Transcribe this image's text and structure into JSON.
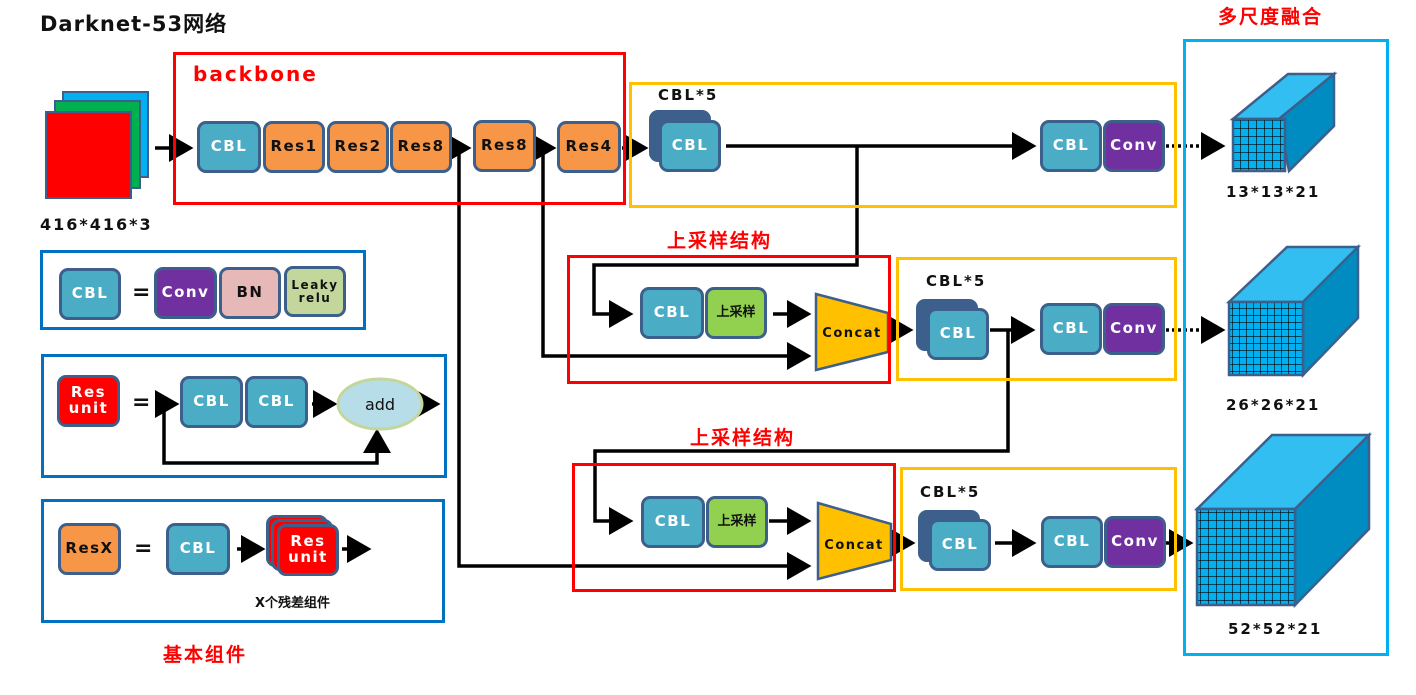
{
  "title": "Darknet-53网络",
  "input": {
    "dims": "416*416*3",
    "layer_colors": [
      "#00b0f0",
      "#00b050",
      "#ff0000"
    ]
  },
  "backbone": {
    "label": "backbone",
    "blocks": [
      "CBL",
      "Res1",
      "Res2",
      "Res8",
      "Res8",
      "Res4"
    ]
  },
  "branches": [
    {
      "stack_label": "CBL*5",
      "stack_block": "CBL",
      "head": [
        "CBL",
        "Conv"
      ],
      "output": "13*13*21"
    },
    {
      "upsample_title": "上采样结构",
      "upsample_blocks": [
        "CBL",
        "上采样"
      ],
      "concat": "Concat",
      "stack_label": "CBL*5",
      "stack_block": "CBL",
      "head": [
        "CBL",
        "Conv"
      ],
      "output": "26*26*21"
    },
    {
      "upsample_title": "上采样结构",
      "upsample_blocks": [
        "CBL",
        "上采样"
      ],
      "concat": "Concat",
      "stack_label": "CBL*5",
      "stack_block": "CBL",
      "head": [
        "CBL",
        "Conv"
      ],
      "output": "52*52*21"
    }
  ],
  "fusion": {
    "title": "多尺度融合"
  },
  "legend": {
    "title": "基本组件",
    "cbl_def": {
      "lhs": "CBL",
      "eq": "=",
      "parts": [
        "Conv",
        "BN",
        "Leaky relu"
      ]
    },
    "resunit_def": {
      "lhs": "Res unit",
      "eq": "=",
      "parts": [
        "CBL",
        "CBL"
      ],
      "add": "add"
    },
    "resx_def": {
      "lhs": "ResX",
      "eq": "=",
      "cbl": "CBL",
      "unit": "Res unit",
      "caption": "X个残差组件"
    }
  },
  "colors": {
    "cbl": "#4bacc6",
    "res": "#f79646",
    "conv": "#7030a0",
    "bn": "#e6b9b8",
    "leaky": "#c3d69b",
    "upsample": "#92d050",
    "concat": "#ffc000",
    "resunit": "#ff0000",
    "frame_red": "#ff0000",
    "frame_yellow": "#ffc000",
    "frame_blue": "#0070c0",
    "frame_cyan": "#00b0f0"
  }
}
